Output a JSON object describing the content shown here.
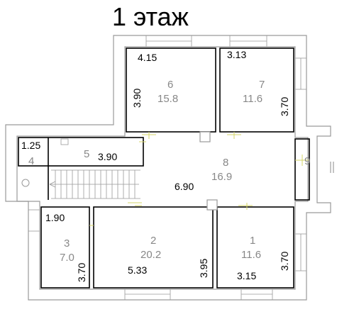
{
  "title": "1 этаж",
  "rooms": [
    {
      "number": "1",
      "area": "11.6"
    },
    {
      "number": "2",
      "area": "20.2"
    },
    {
      "number": "3",
      "area": "7.0"
    },
    {
      "number": "4",
      "area": ""
    },
    {
      "number": "5",
      "area": ""
    },
    {
      "number": "6",
      "area": "15.8"
    },
    {
      "number": "7",
      "area": "11.6"
    },
    {
      "number": "8",
      "area": "16.9"
    },
    {
      "number": "9",
      "area": ""
    }
  ],
  "dimensions": {
    "r6_width": "4.15",
    "r6_height": "3.90",
    "r7_width": "3.13",
    "r7_height": "3.70",
    "r4_width": "1.25",
    "r5_width": "3.90",
    "r8_width": "6.90",
    "r3_width": "1.90",
    "r3_height": "3.70",
    "r2_width": "5.33",
    "r2_height": "3.95",
    "r1_width": "3.15",
    "r1_height": "3.70"
  }
}
